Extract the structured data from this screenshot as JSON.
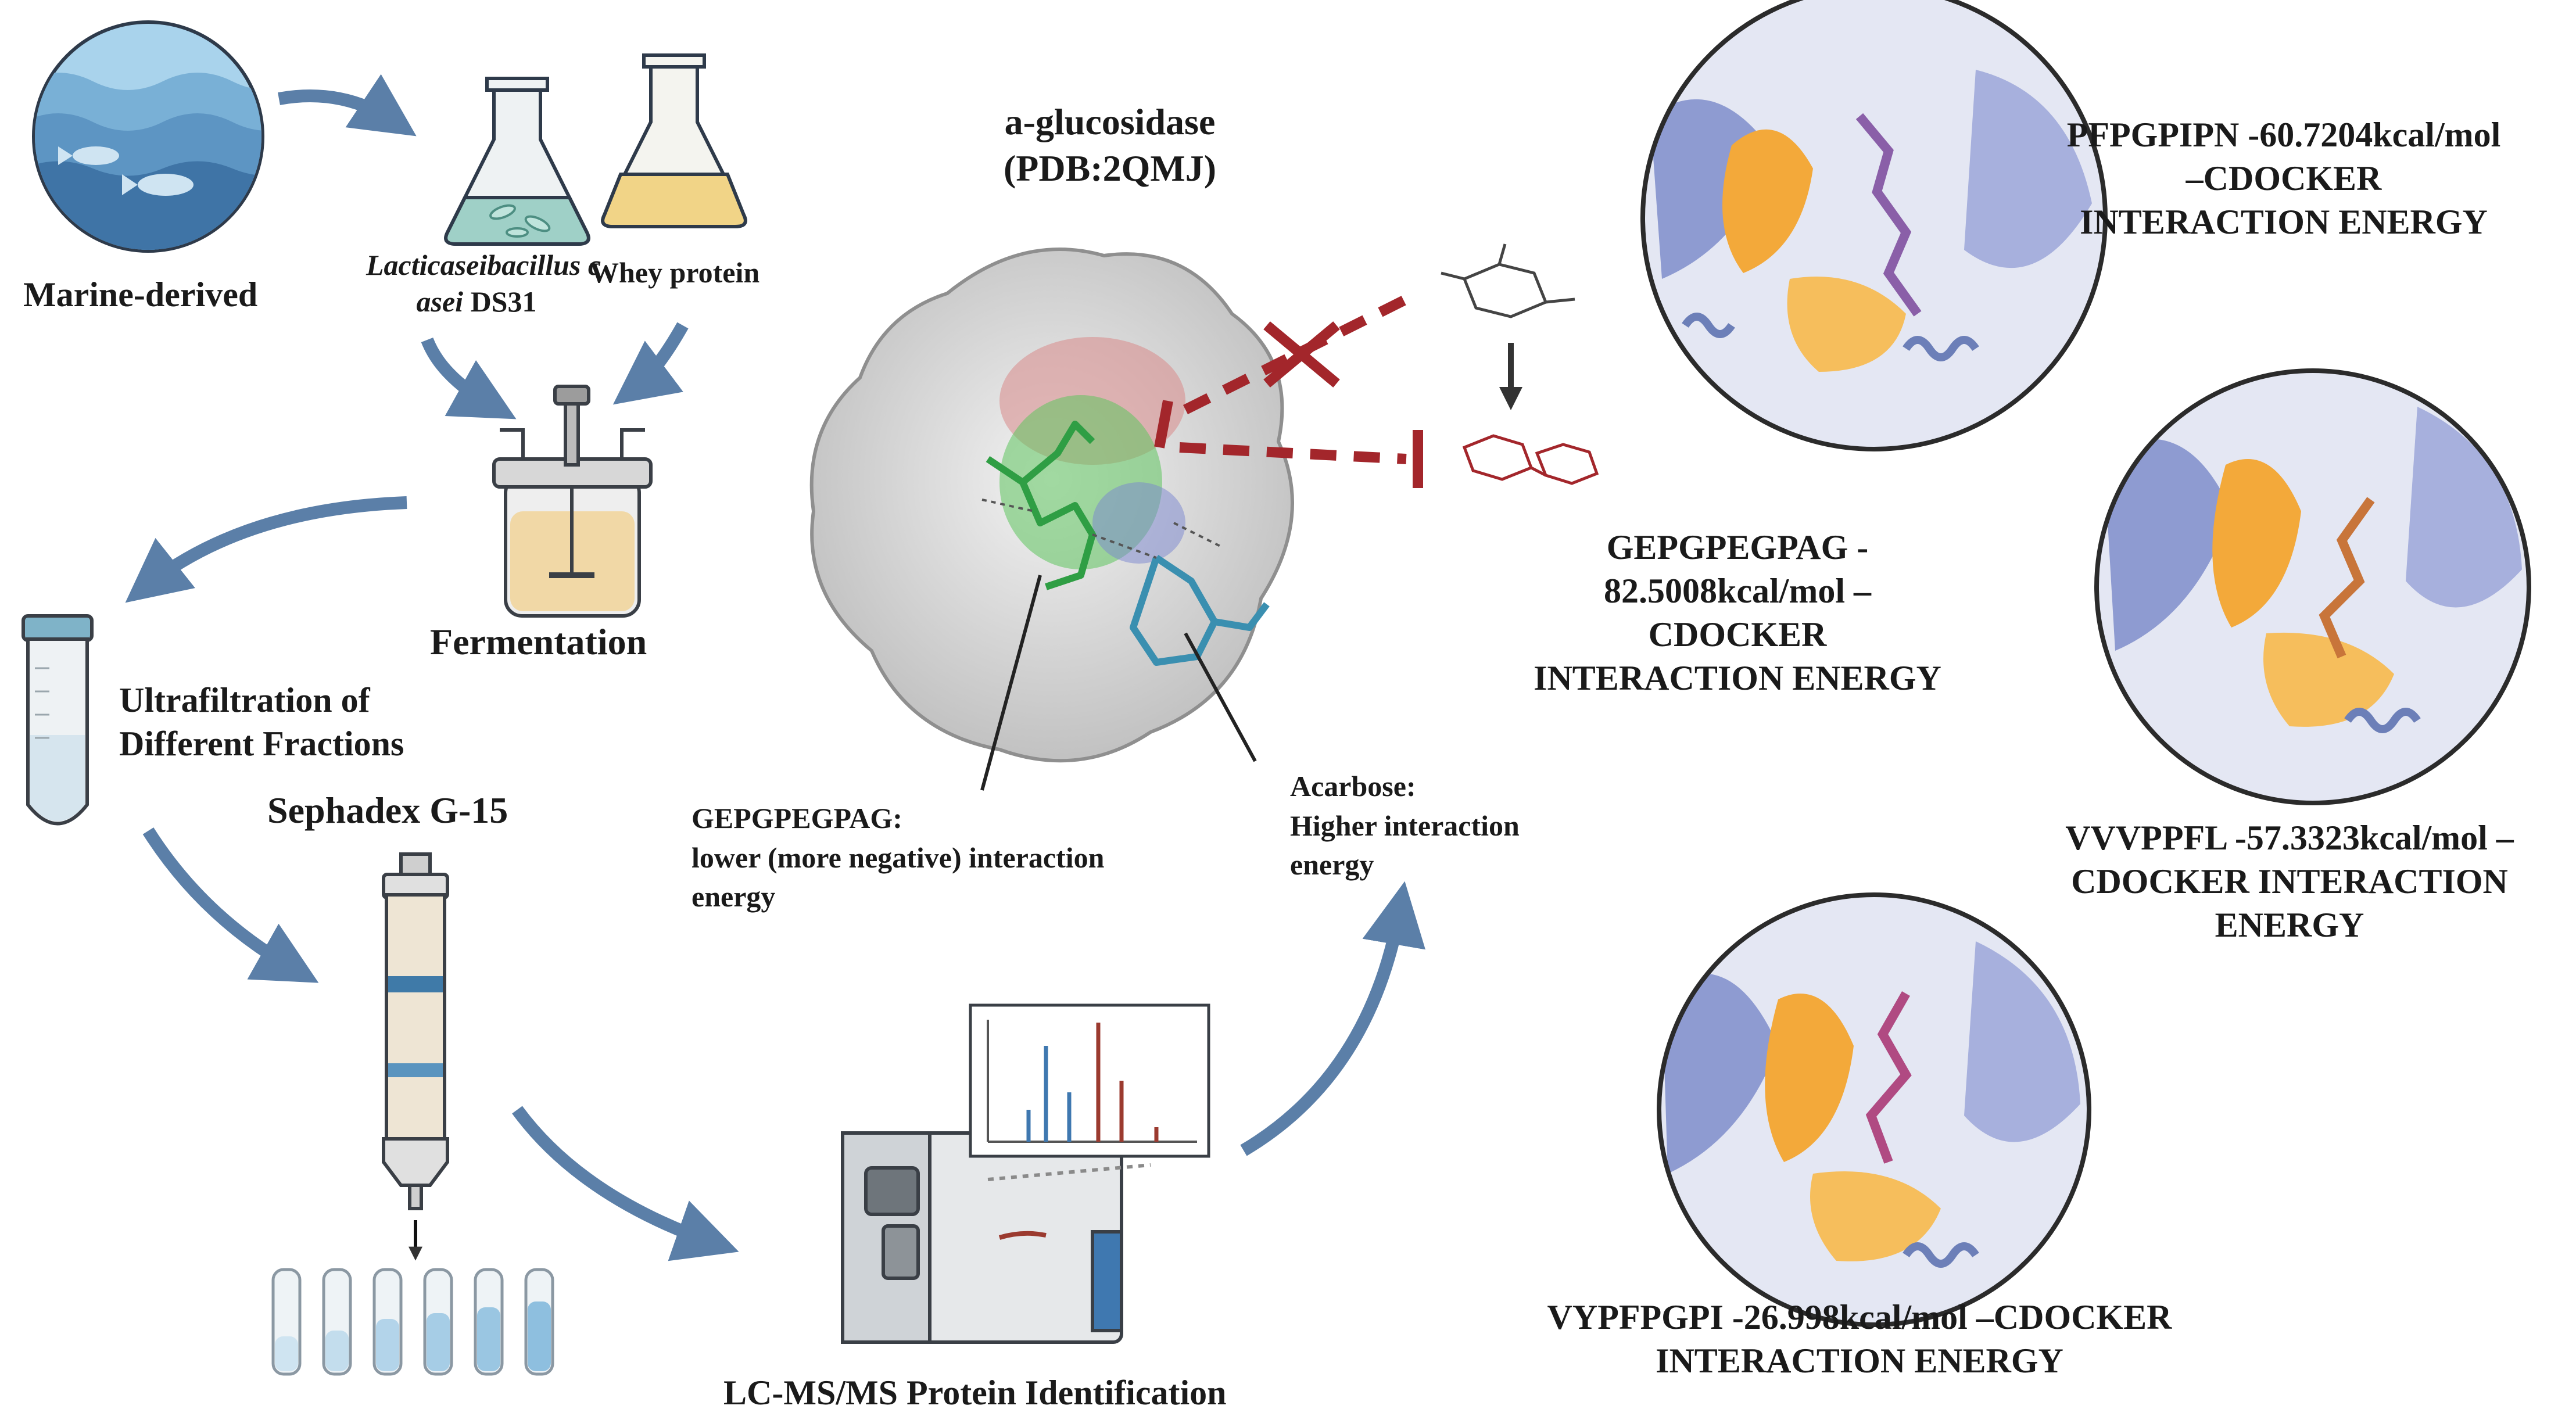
{
  "workflow": {
    "marine_label": "Marine-derived",
    "strain_label_italic": "Lacticaseibacillus c",
    "strain_label_line2_italic": "asei",
    "strain_label_line2_rest": " DS31",
    "whey_label": "Whey protein",
    "fermentation_label": "Fermentation",
    "ultrafiltration_line1": "Ultrafiltration of",
    "ultrafiltration_line2": "Different Fractions",
    "sephadex_label": "Sephadex G-15",
    "lcms_label": "LC-MS/MS Protein Identification"
  },
  "docking": {
    "enzyme_title_line1": "a-glucosidase",
    "enzyme_title_line2": "(PDB:2QMJ)",
    "gepg_note_line1": "GEPGPEGPAG:",
    "gepg_note_line2": "lower (more negative) interaction",
    "gepg_note_line3": "energy",
    "acarbose_note_line1": "Acarbose:",
    "acarbose_note_line2": "Higher interaction",
    "acarbose_note_line3": "energy"
  },
  "peptides": [
    {
      "line1": "PFPGPIPN -60.7204kcal/mol",
      "line2": "–CDOCKER",
      "line3": "INTERACTION ENERGY",
      "ligand_color": "#8a5fa8"
    },
    {
      "line1": "GEPGPEGPAG -",
      "line2": "82.5008kcal/mol –",
      "line3": "CDOCKER",
      "line4": "INTERACTION ENERGY"
    },
    {
      "line1": "VVVPPFL -57.3323kcal/mol –",
      "line2": "CDOCKER INTERACTION",
      "line3": "ENERGY",
      "ligand_color": "#c8753a"
    },
    {
      "line1": "VYPFPGPI -26.998kcal/mol –CDOCKER",
      "line2": "INTERACTION ENERGY",
      "ligand_color": "#b04a82"
    }
  ],
  "colors": {
    "arrow": "#5b7fa8",
    "inhibit_red": "#a3262b",
    "protein_blue": "#7f8fc4",
    "pocket_orange": "#f3a93a",
    "sea_dark": "#3d6e9e",
    "sea_light": "#8fc1df"
  }
}
